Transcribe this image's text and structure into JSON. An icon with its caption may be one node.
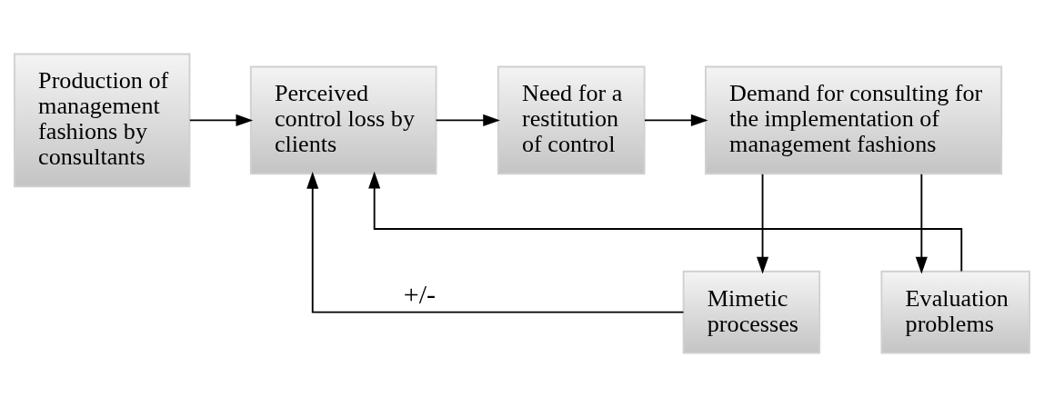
{
  "diagram": {
    "nodes": [
      {
        "text": [
          "Production of management fashions by consultants"
        ]
      },
      {
        "text": [
          "Perceived control loss by clients"
        ]
      },
      {
        "text": [
          "Need for a restitution of control"
        ]
      },
      {
        "text": [
          "Demand for consulting for the implementation of management fashions"
        ]
      },
      {
        "text": [
          "Mimetic processes"
        ]
      },
      {
        "text": [
          "Evaluation problems"
        ]
      }
    ],
    "edges": [
      {
        "from": 0,
        "to": 1,
        "arrow": "to"
      },
      {
        "from": 1,
        "to": 2,
        "arrow": "to"
      },
      {
        "from": 2,
        "to": 3,
        "arrow": "to"
      },
      {
        "from": 3,
        "to": 4,
        "arrow": "to"
      },
      {
        "from": 3,
        "to": 5,
        "arrow": "to"
      },
      {
        "from": 4,
        "to": 1,
        "arrow": "to",
        "label": "+/-"
      },
      {
        "from": 5,
        "to": 1,
        "arrow": "to"
      }
    ]
  }
}
